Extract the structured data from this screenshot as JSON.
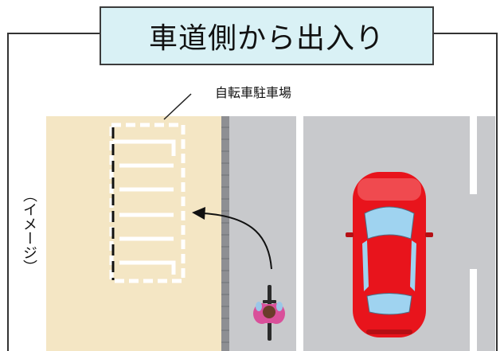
{
  "title": "車道側から出入り",
  "parking_label": "自転車駐車場",
  "side_note": "（イメージ）",
  "colors": {
    "sidewalk": "#f4e6c4",
    "road": "#c8c9cc",
    "title_box_fill": "#d9f1f5",
    "car_body": "#e8141c",
    "lane_marking": "#ffffff",
    "rider_shirt": "#d9509a"
  },
  "icons": {
    "car": "red-car-top-view",
    "bicycle": "cyclist-top-view",
    "arrow": "curved-arrow-left"
  }
}
